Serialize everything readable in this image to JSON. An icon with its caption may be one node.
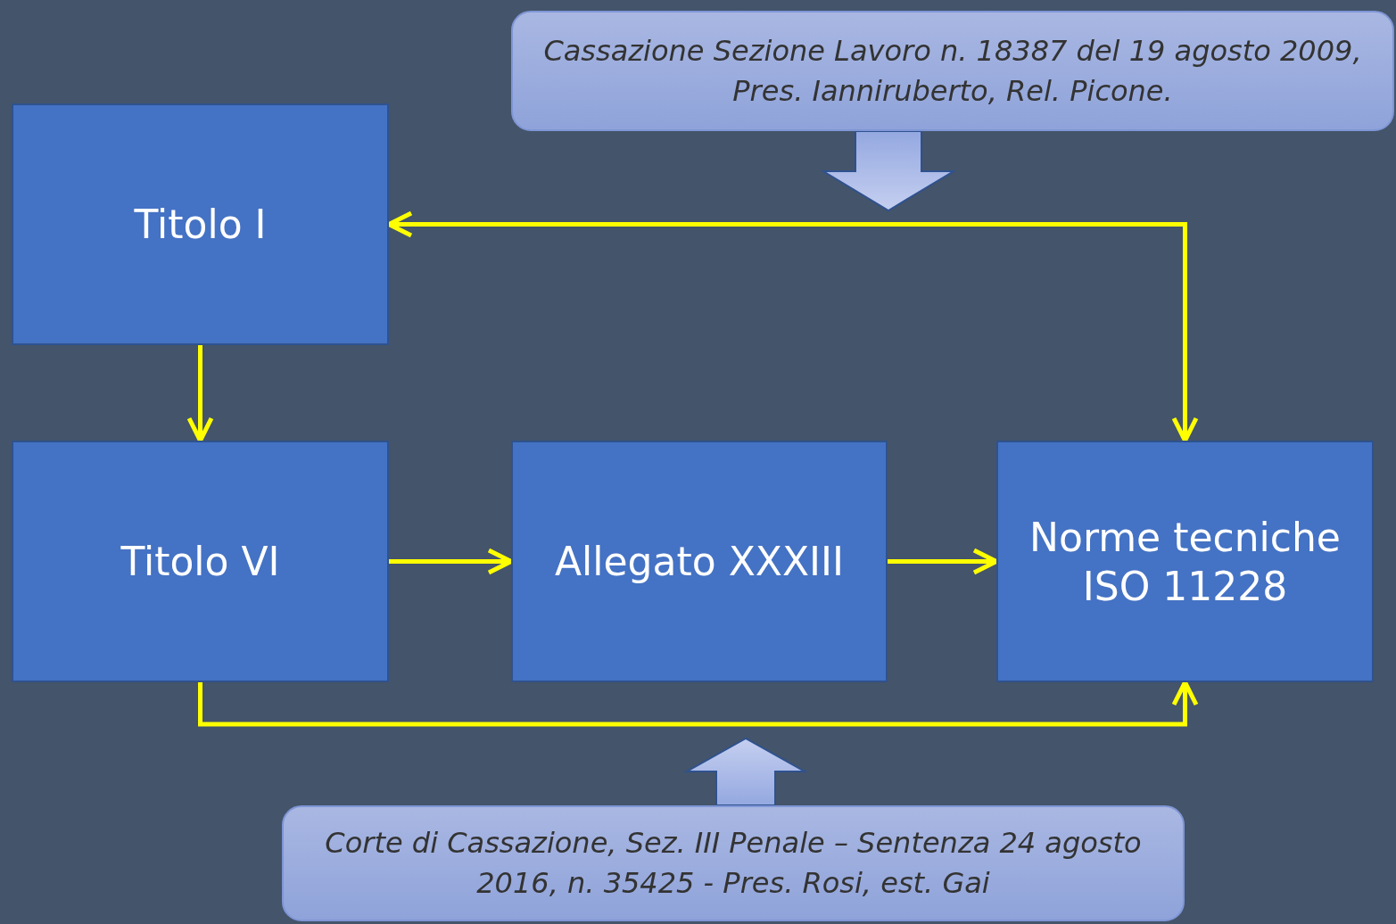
{
  "diagram": {
    "nodes": [
      {
        "text": [
          "Cassazione Sezione Lavoro n. 18387 del 19 agosto 2009, Pres. Ianniruberto, Rel. Picone."
        ]
      },
      {
        "text": [
          "Titolo I"
        ]
      },
      {
        "text": [
          "Titolo VI"
        ]
      },
      {
        "text": [
          "Allegato XXXIII"
        ]
      },
      {
        "text": [
          "Norme tecniche ISO 11228"
        ]
      },
      {
        "text": [
          "Corte di Cassazione, Sez. III Penale – Sentenza 24 agosto 2016, n. 35425 - Pres. Rosi, est. Gai"
        ]
      }
    ],
    "edges": [
      {
        "from": 1,
        "to": 2,
        "arrow": "to"
      },
      {
        "from": 2,
        "to": 3,
        "arrow": "to"
      },
      {
        "from": 3,
        "to": 4,
        "arrow": "to"
      },
      {
        "from": 1,
        "to": 4,
        "arrow": "both"
      },
      {
        "from": 2,
        "to": 4,
        "arrow": "to"
      },
      {
        "from": 0,
        "to": null,
        "arrow": "to",
        "style": "thick",
        "color": "#c5cff0"
      },
      {
        "from": 5,
        "to": null,
        "arrow": "to",
        "style": "thick",
        "color": "#c5cff0"
      }
    ]
  }
}
